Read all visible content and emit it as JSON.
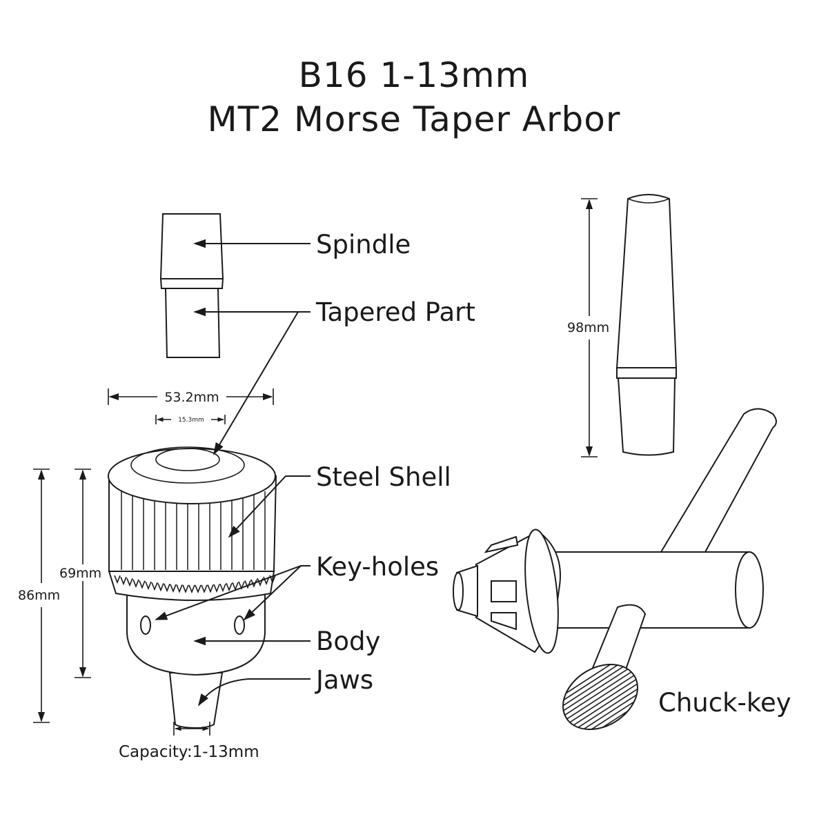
{
  "title": {
    "line1": "B16 1-13mm",
    "line2": "MT2 Morse Taper Arbor"
  },
  "labels": {
    "spindle": "Spindle",
    "tapered_part": "Tapered Part",
    "steel_shell": "Steel Shell",
    "key_holes": "Key-holes",
    "body": "Body",
    "jaws": "Jaws",
    "chuck_key": "Chuck-key"
  },
  "dimensions": {
    "shell_diameter": "53.2mm",
    "bore_diameter": "15.3mm",
    "shell_height": "69mm",
    "total_height": "86mm",
    "arbor_length": "98mm",
    "capacity": "Capacity:1-13mm"
  }
}
